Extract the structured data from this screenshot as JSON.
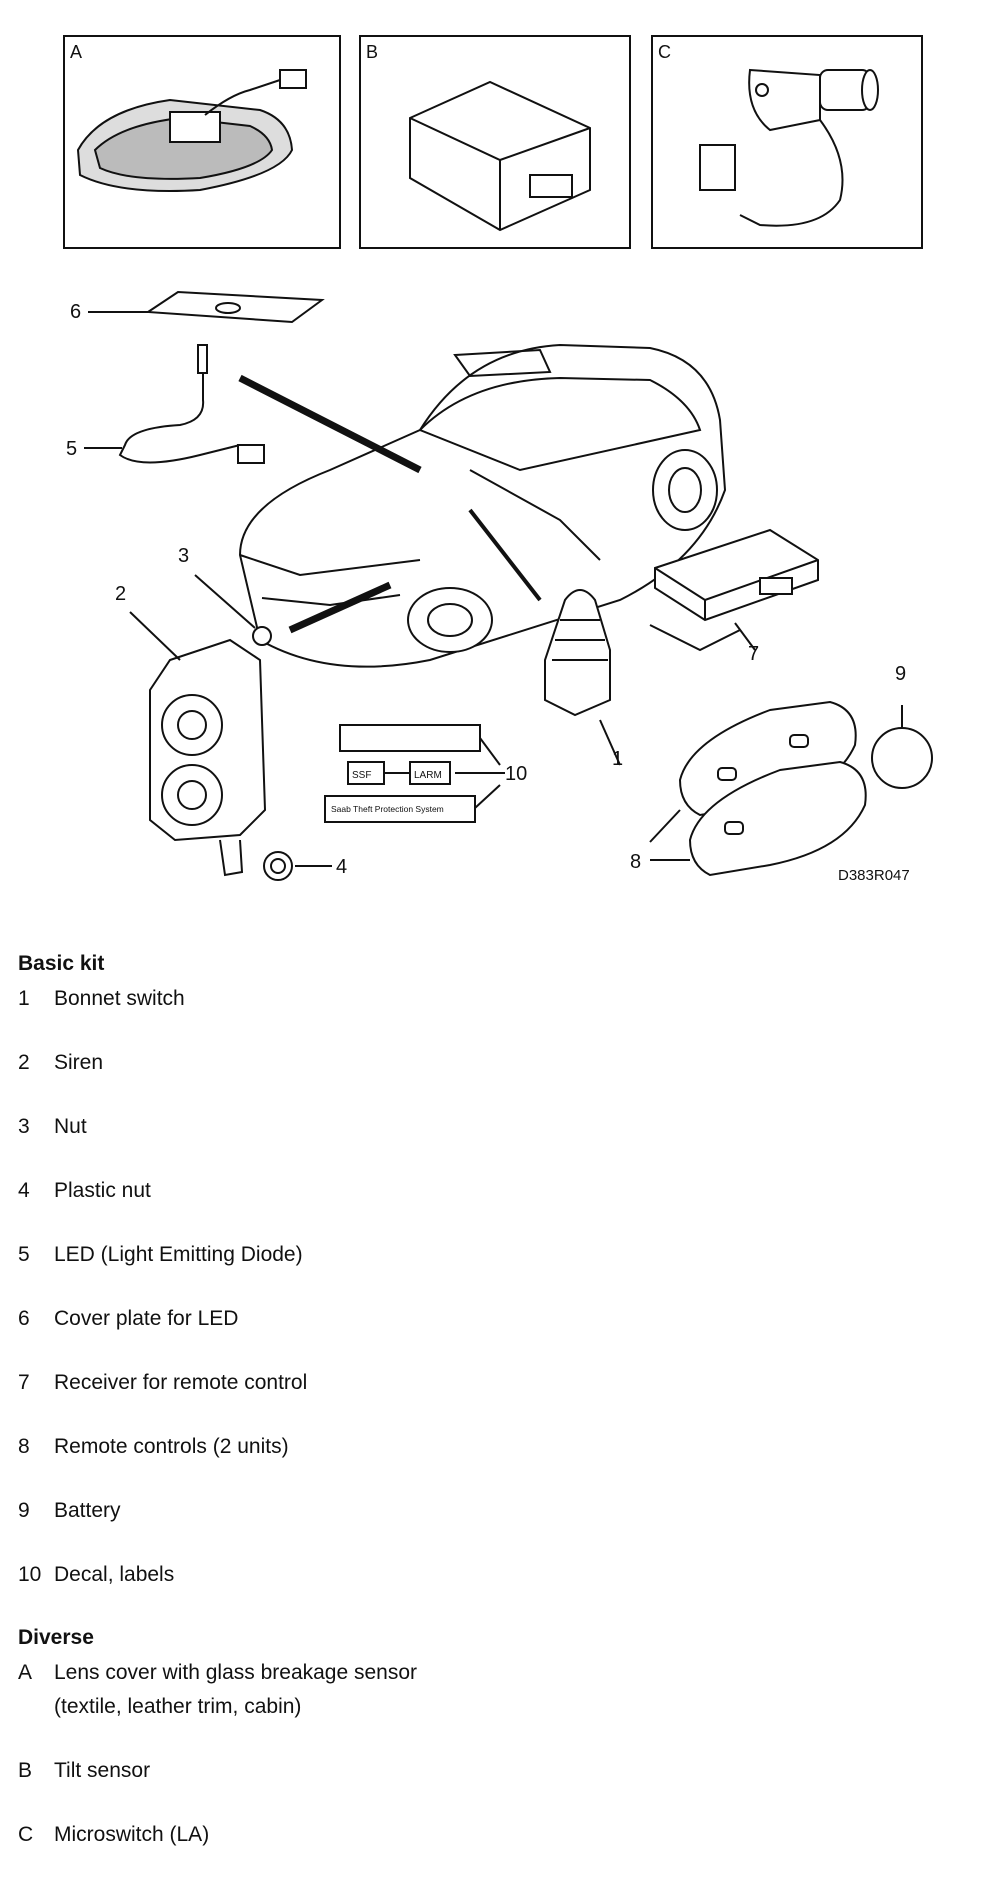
{
  "diagram": {
    "panel_labels": [
      "A",
      "B",
      "C"
    ],
    "callouts": [
      "1",
      "2",
      "3",
      "4",
      "5",
      "6",
      "7",
      "8",
      "9",
      "10"
    ],
    "decal_lines": [
      "Saab Theft Protection System"
    ],
    "switch_labels": [
      "SSF",
      "LARM"
    ],
    "code": "D383R047"
  },
  "basic_kit": {
    "heading": "Basic kit",
    "items": [
      {
        "num": "1",
        "text": "Bonnet switch"
      },
      {
        "num": "2",
        "text": "Siren"
      },
      {
        "num": "3",
        "text": "Nut"
      },
      {
        "num": "4",
        "text": "Plastic nut"
      },
      {
        "num": "5",
        "text": "LED (Light Emitting Diode)"
      },
      {
        "num": "6",
        "text": "Cover plate for LED"
      },
      {
        "num": "7",
        "text": "Receiver for remote control"
      },
      {
        "num": "8",
        "text": "Remote controls (2 units)"
      },
      {
        "num": "9",
        "text": "Battery"
      },
      {
        "num": "10",
        "text": "Decal, labels"
      }
    ]
  },
  "diverse": {
    "heading": "Diverse",
    "items": [
      {
        "num": "A",
        "text": "Lens cover with glass breakage sensor",
        "text2": "(textile, leather trim, cabin)"
      },
      {
        "num": "B",
        "text": "Tilt sensor"
      },
      {
        "num": "C",
        "text": "Microswitch (LA)"
      }
    ]
  }
}
